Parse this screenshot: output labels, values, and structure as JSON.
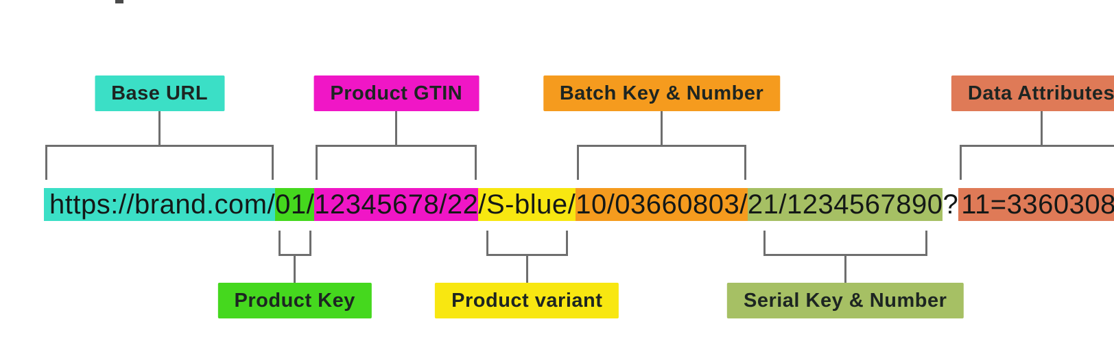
{
  "diagram": {
    "kind": "annotated-url-structure",
    "url_full": "https://brand.com/01/12345678/22/S-blue/10/03660803/21/1234567890?11=3360308"
  },
  "colors": {
    "turquoise": "#3BDFC6",
    "green": "#45D81E",
    "magenta": "#F016C6",
    "yellow": "#F8E711",
    "orange": "#F59B1E",
    "olive": "#A6C064",
    "salmon": "#DF7A57",
    "line": "#6E6E6E",
    "text_dark": "#1D2522"
  },
  "url": {
    "segments": [
      {
        "text": "https://brand.com/",
        "color": "turquoise"
      },
      {
        "text": "01/",
        "color": "green"
      },
      {
        "text": "12345678/22",
        "color": "magenta"
      },
      {
        "text": "/S-blue/",
        "color": "yellow"
      },
      {
        "text": "10/03660803/",
        "color": "orange"
      },
      {
        "text": "21/1234567890",
        "color": "olive"
      },
      {
        "text": "?",
        "color": "none"
      },
      {
        "text": "11=3360308",
        "color": "salmon"
      }
    ]
  },
  "annotations": {
    "top": [
      {
        "label": "Base URL",
        "segment": 0,
        "color": "turquoise"
      },
      {
        "label": "Product GTIN",
        "segment": 2,
        "color": "magenta"
      },
      {
        "label": "Batch Key & Number",
        "segment": 4,
        "color": "orange"
      },
      {
        "label": "Data Attributes",
        "segment": 7,
        "color": "salmon"
      }
    ],
    "bottom": [
      {
        "label": "Product Key",
        "segment": 1,
        "color": "green"
      },
      {
        "label": "Product variant",
        "segment": 3,
        "color": "yellow"
      },
      {
        "label": "Serial Key & Number",
        "segment": 5,
        "color": "olive"
      }
    ]
  }
}
